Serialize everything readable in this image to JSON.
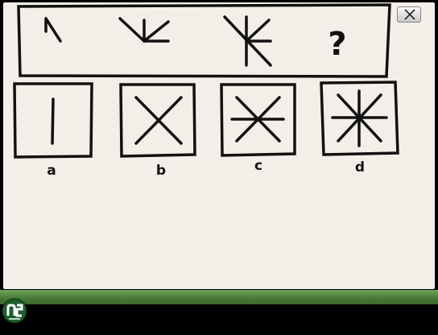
{
  "puzzle": {
    "question_mark": "?",
    "option_labels": [
      "a",
      "b",
      "c",
      "d"
    ]
  },
  "colors": {
    "ink": "#111111",
    "paper": "#f3eee8",
    "grass": "#4a7d38"
  },
  "icons": [
    "close-icon",
    "app-logo-icon"
  ]
}
